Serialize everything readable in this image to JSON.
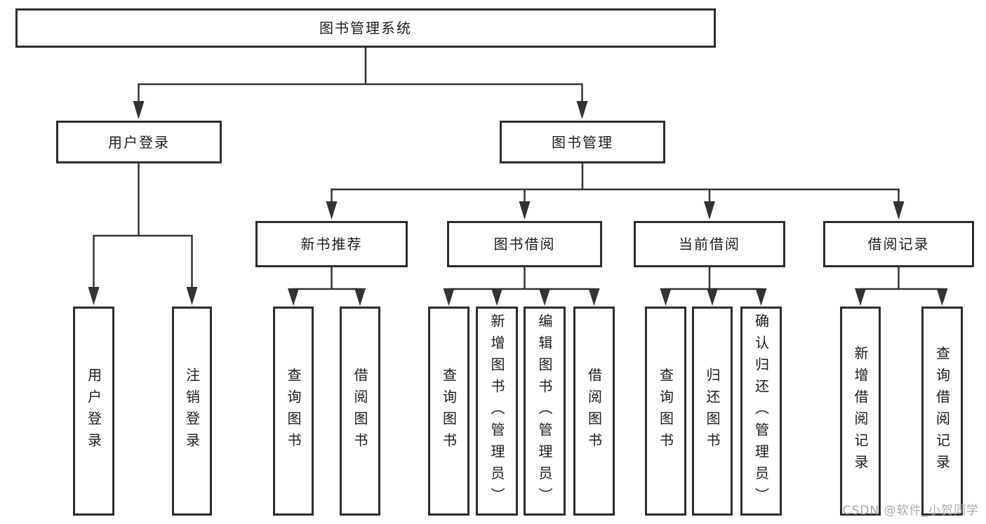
{
  "diagram": {
    "title": "图书管理系统",
    "type": "hierarchy-tree",
    "colors": {
      "line": "#333333",
      "box_border": "#2d2d2d",
      "box_fill": "#ffffff",
      "text": "#1c1c1c",
      "watermark": "#a9a9a9",
      "background": "#ffffff"
    }
  },
  "nodes": {
    "root": "图书管理系统",
    "user_login": "用户登录",
    "book_mgmt": "图书管理",
    "new_book_rec": "新书推荐",
    "book_borrow": "图书借阅",
    "current_borrow": "当前借阅",
    "borrow_records": "借阅记录",
    "leaf_user_login": "用户登录",
    "leaf_logout": "注销登录",
    "leaf_rec_query": "查询图书",
    "leaf_rec_borrow": "借阅图书",
    "leaf_bb_query": "查询图书",
    "leaf_bb_add": "新增图书（管理员）",
    "leaf_bb_edit": "编辑图书（管理员）",
    "leaf_bb_borrow": "借阅图书",
    "leaf_cb_query": "查询图书",
    "leaf_cb_return": "归还图书",
    "leaf_cb_confirm": "确认归还（管理员）",
    "leaf_br_add": "新增借阅记录",
    "leaf_br_query": "查询借阅记录"
  },
  "hierarchy": {
    "图书管理系统": {
      "用户登录": [
        "用户登录",
        "注销登录"
      ],
      "图书管理": {
        "新书推荐": [
          "查询图书",
          "借阅图书"
        ],
        "图书借阅": [
          "查询图书",
          "新增图书（管理员）",
          "编辑图书（管理员）",
          "借阅图书"
        ],
        "当前借阅": [
          "查询图书",
          "归还图书",
          "确认归还（管理员）"
        ],
        "借阅记录": [
          "新增借阅记录",
          "查询借阅记录"
        ]
      }
    }
  },
  "watermark": "CSDN @软件_小贺同学"
}
